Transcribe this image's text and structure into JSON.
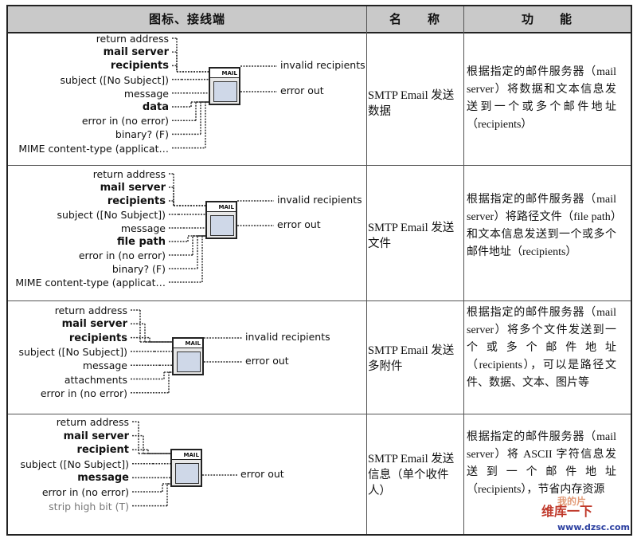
{
  "header": {
    "col1": "图标、接线端",
    "col2": "名　　称",
    "col3": "功　　能"
  },
  "rows": [
    {
      "terminals": [
        "return address",
        "mail server",
        "recipients",
        "subject ([No Subject])",
        "message",
        "data",
        "error in (no error)",
        "binary? (F)",
        "MIME content-type (applicat…"
      ],
      "bold": [
        false,
        true,
        true,
        false,
        false,
        true,
        false,
        false,
        false
      ],
      "outputs": [
        "invalid recipients",
        "error out"
      ],
      "name": "SMTP Email 发送数据",
      "function": "根据指定的邮件服务器（mail server）将数据和文本信息发送到一个或多个邮件地址（recipients）"
    },
    {
      "terminals": [
        "return address",
        "mail server",
        "recipients",
        "subject ([No Subject])",
        "message",
        "file path",
        "error in (no error)",
        "binary? (F)",
        "MIME content-type (applicat…"
      ],
      "bold": [
        false,
        true,
        true,
        false,
        false,
        true,
        false,
        false,
        false
      ],
      "outputs": [
        "invalid recipients",
        "error out"
      ],
      "name": "SMTP Email 发送文件",
      "function": "根据指定的邮件服务器（mail server）将路径文件（file path）和文本信息发送到一个或多个邮件地址（recipients）"
    },
    {
      "terminals": [
        "return address",
        "mail server",
        "recipients",
        "subject ([No Subject])",
        "message",
        "attachments",
        "error in (no error)"
      ],
      "bold": [
        false,
        true,
        true,
        false,
        false,
        false,
        false
      ],
      "outputs": [
        "invalid recipients",
        "error out"
      ],
      "name": "SMTP Email 发送多附件",
      "function": "根据指定的邮件服务器（mail server）将多个文件发送到一个或多个邮件地址（recipients），可以是路径文件、数据、文本、图片等"
    },
    {
      "terminals": [
        "return address",
        "mail server",
        "recipient",
        "subject ([No Subject])",
        "message",
        "error in (no error)",
        "strip high bit (T)"
      ],
      "bold": [
        false,
        true,
        true,
        false,
        true,
        false,
        false
      ],
      "grey": [
        false,
        false,
        false,
        false,
        false,
        false,
        true
      ],
      "outputs": [
        "error out"
      ],
      "name": "SMTP Email 发送信息（单个收件人）",
      "function": "根据指定的邮件服务器（mail server）将 ASCII 字符信息发送到一个邮件地址（recipients），节省内存资源"
    }
  ],
  "icon_label": "MAIL",
  "watermark": {
    "line1": "维库一下",
    "line2": "www.dzsc.com",
    "stamp": "我的片"
  }
}
